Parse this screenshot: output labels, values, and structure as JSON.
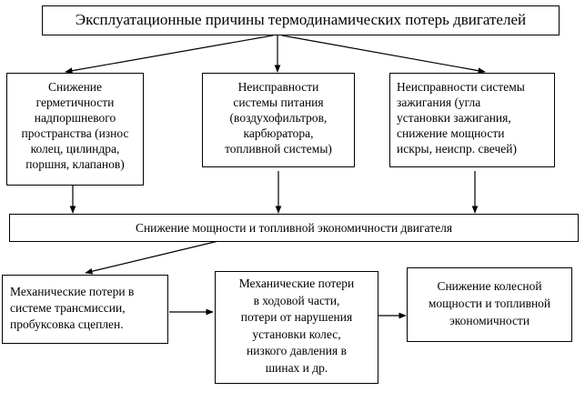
{
  "diagram": {
    "title": "Эксплуатационные причины термодинамических потерь двигателей",
    "causes": [
      {
        "lines": [
          "Снижение",
          "герметичности",
          "надпоршневого",
          "пространства (износ",
          "колец, цилиндра,",
          "поршня, клапанов)"
        ]
      },
      {
        "lines": [
          "Неисправности",
          "системы питания",
          "(воздухофильтров,",
          "карбюратора,",
          "топливной системы)"
        ]
      },
      {
        "lines": [
          "Неисправности системы",
          "зажигания (угла",
          "установки зажигания,",
          "снижение мощности",
          "искры, неиспр. свечей)"
        ]
      }
    ],
    "middle": "Снижение мощности и топливной экономичности  двигателя",
    "bottom": [
      {
        "lines": [
          "Механические потери в",
          "системе трансмиссии,",
          "пробуксовка  сцеплен."
        ]
      },
      {
        "lines": [
          "Механические потери",
          "в ходовой части,",
          "потери от нарушения",
          "установки колес,",
          "низкого давления  в",
          "шинах и др."
        ]
      },
      {
        "lines": [
          "Снижение колесной",
          "мощности  и топливной",
          "экономичности"
        ]
      }
    ]
  }
}
